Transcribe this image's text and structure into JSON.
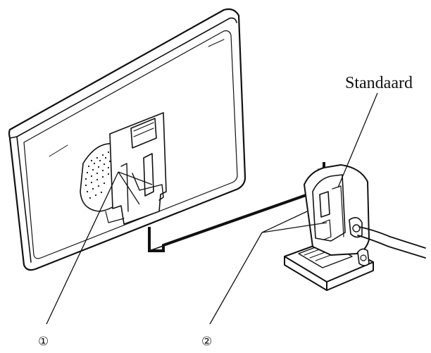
{
  "labels": {
    "stand": "Standaard",
    "callout_1": "①",
    "callout_2": "②"
  },
  "colors": {
    "line": "#111111",
    "background": "#ffffff"
  }
}
